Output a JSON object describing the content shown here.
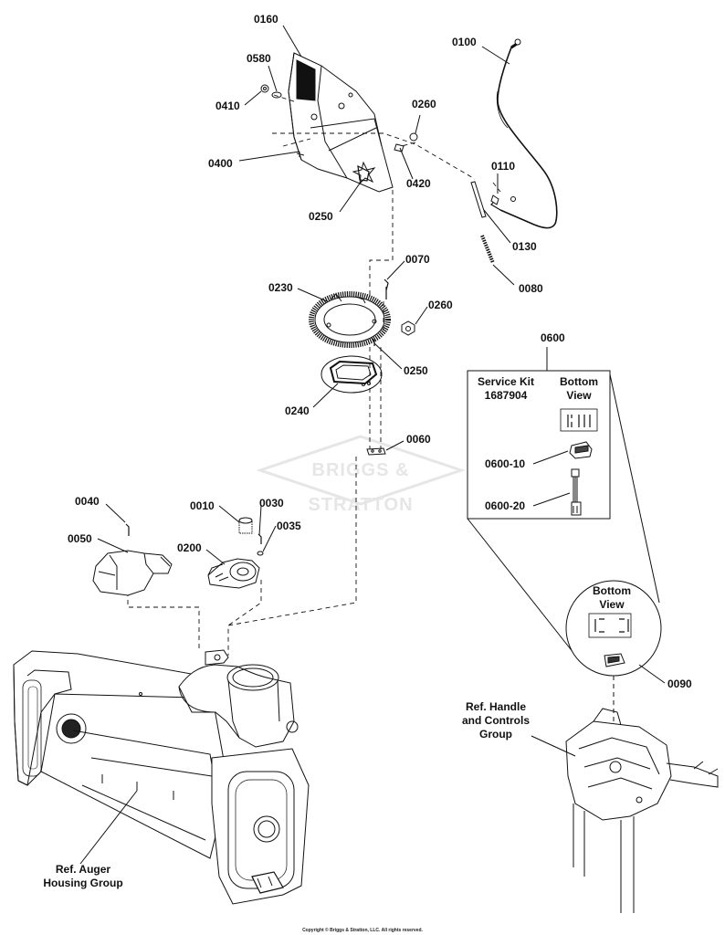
{
  "watermark": "BRIGGS & STRATTON",
  "copyright": "Copyright © Briggs & Stratton, LLC. All rights reserved.",
  "callouts": {
    "c0160": "0160",
    "c0580": "0580",
    "c0410": "0410",
    "c0260a": "0260",
    "c0400": "0400",
    "c0420": "0420",
    "c0250a": "0250",
    "c0100": "0100",
    "c0110": "0110",
    "c0130": "0130",
    "c0080": "0080",
    "c0070": "0070",
    "c0230": "0230",
    "c0260b": "0260",
    "c0250b": "0250",
    "c0240": "0240",
    "c0060": "0060",
    "c0040": "0040",
    "c0050": "0050",
    "c0010": "0010",
    "c0030": "0030",
    "c0035": "0035",
    "c0200": "0200",
    "c0600": "0600",
    "c0600_10": "0600-10",
    "c0600_20": "0600-20",
    "c0090": "0090"
  },
  "kit_box": {
    "service_kit_line1": "Service Kit",
    "service_kit_line2": "1687904",
    "bottom_view_line1": "Bottom",
    "bottom_view_line2": "View"
  },
  "circle_detail": {
    "bottom_view_line1": "Bottom",
    "bottom_view_line2": "View"
  },
  "refs": {
    "handle_line1": "Ref. Handle",
    "handle_line2": "and Controls",
    "handle_line3": "Group",
    "auger_line1": "Ref. Auger",
    "auger_line2": "Housing Group"
  }
}
